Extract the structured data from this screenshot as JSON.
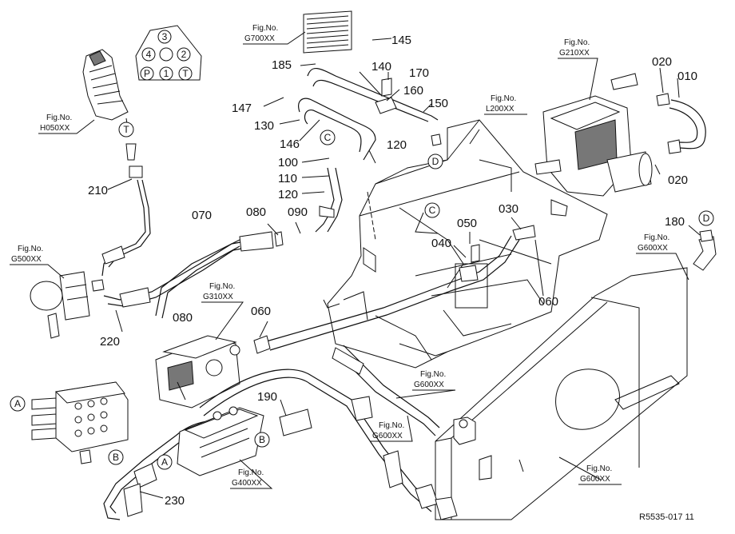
{
  "part_labels": [
    "185",
    "145",
    "140",
    "170",
    "160",
    "150",
    "147",
    "130",
    "146",
    "120",
    "100",
    "110",
    "120",
    "090",
    "080",
    "070",
    "210",
    "220",
    "080",
    "060",
    "050",
    "040",
    "030",
    "060",
    "020",
    "010",
    "020",
    "180",
    "190",
    "230"
  ],
  "fig_refs": [
    {
      "a": "Fig.No.",
      "b": "G700XX"
    },
    {
      "a": "Fig.No.",
      "b": "H050XX"
    },
    {
      "a": "Fig.No.",
      "b": "G210XX"
    },
    {
      "a": "Fig.No.",
      "b": "L200XX"
    },
    {
      "a": "Fig.No.",
      "b": "G500XX"
    },
    {
      "a": "Fig.No.",
      "b": "G310XX"
    },
    {
      "a": "Fig.No.",
      "b": "G600XX"
    },
    {
      "a": "Fig.No.",
      "b": "G600XX"
    },
    {
      "a": "Fig.No.",
      "b": "G600XX"
    },
    {
      "a": "Fig.No.",
      "b": "G400XX"
    },
    {
      "a": "Fig.No.",
      "b": "G600XX"
    }
  ],
  "circle_letters": [
    "T",
    "C",
    "D",
    "C",
    "D",
    "A",
    "B",
    "A",
    "B"
  ],
  "port_letters": [
    "3",
    "4",
    "2",
    "P",
    "1",
    "T"
  ],
  "reference_code": "R5535-017 11"
}
